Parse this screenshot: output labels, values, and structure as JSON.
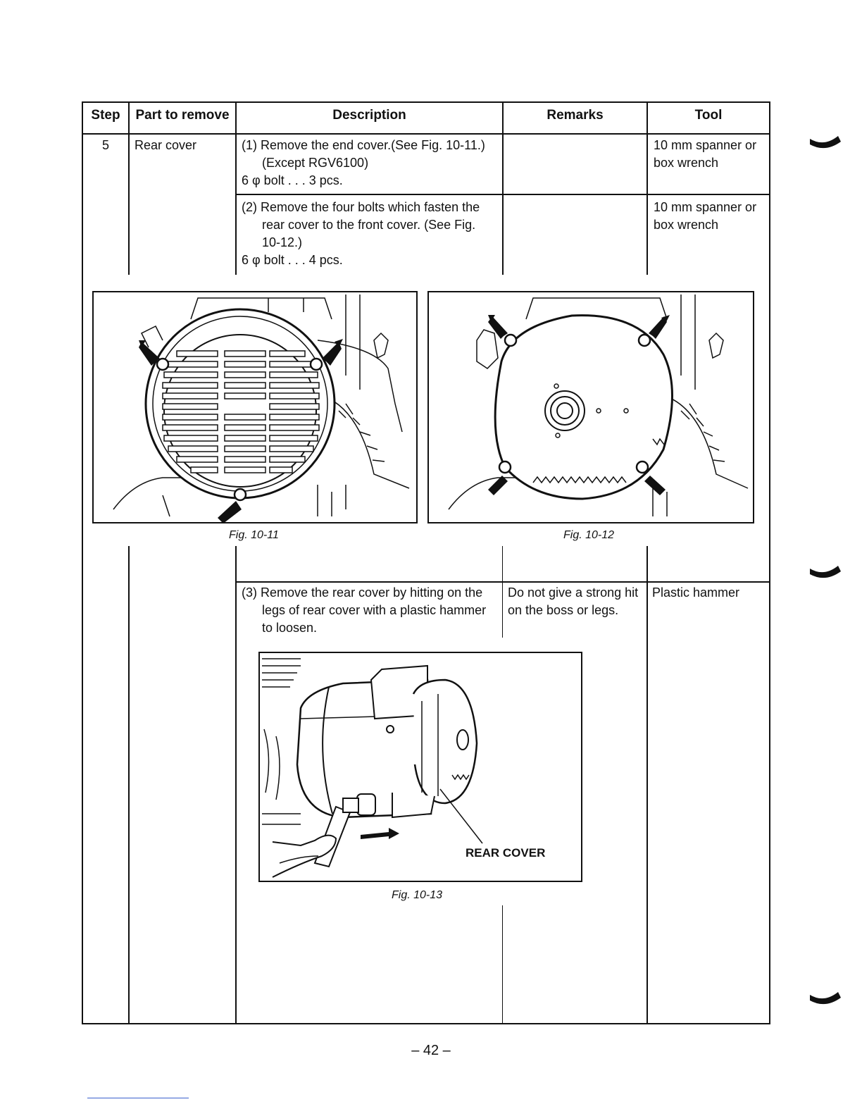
{
  "table": {
    "headers": {
      "step": "Step",
      "part": "Part to remove",
      "description": "Description",
      "remarks": "Remarks",
      "tool": "Tool"
    },
    "step": "5",
    "part": "Rear cover",
    "rows": [
      {
        "desc_lines": [
          "(1) Remove the end cover.(See Fig. 10-11.)",
          "(Except RGV6100)",
          "6 φ bolt . . . 3 pcs."
        ],
        "remarks": "",
        "tool_lines": [
          "10 mm spanner or",
          "box wrench"
        ]
      },
      {
        "desc_lines": [
          "(2) Remove the four bolts which fasten the",
          "rear cover to the front cover. (See Fig.",
          "10-12.)",
          "6 φ bolt . . . 4 pcs."
        ],
        "remarks": "",
        "tool_lines": [
          "10 mm spanner or",
          "box wrench"
        ]
      },
      {
        "desc_lines": [
          "(3) Remove the rear cover by hitting on the",
          "legs of rear cover with a plastic hammer",
          "to loosen."
        ],
        "remarks_lines": [
          "Do not give a strong hit",
          "on the boss or legs."
        ],
        "tool_lines": [
          "Plastic hammer"
        ]
      }
    ]
  },
  "figures": {
    "fig11": "Fig. 10-11",
    "fig12": "Fig. 10-12",
    "fig13": "Fig. 10-13",
    "fig13_label": "REAR COVER"
  },
  "page_number": "– 42 –",
  "colors": {
    "ink": "#111111",
    "paper": "#ffffff",
    "footnote_rule": "#3a5fcd"
  }
}
